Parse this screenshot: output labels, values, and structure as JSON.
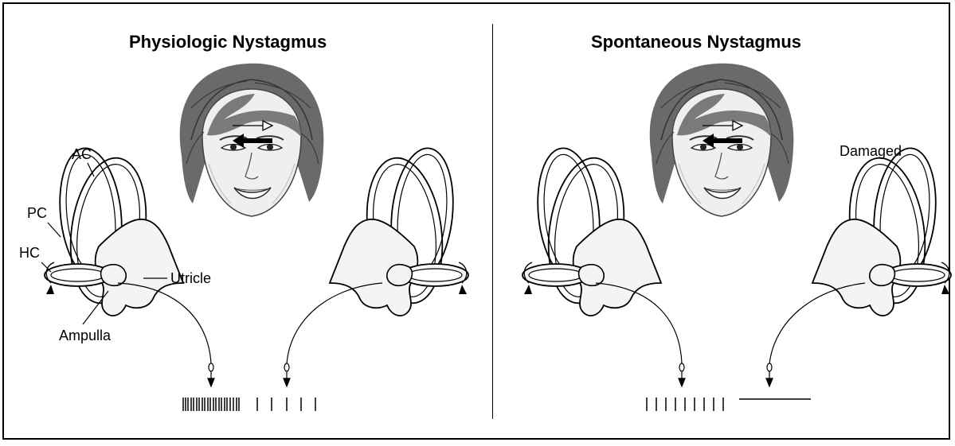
{
  "panels": {
    "left": {
      "title": "Physiologic Nystagmus",
      "labels": {
        "ac": "AC",
        "pc": "PC",
        "hc": "HC",
        "utricle": "Utricle",
        "ampulla": "Ampulla"
      }
    },
    "right": {
      "title": "Spontaneous Nystagmus",
      "labels": {
        "damaged": "Damaged"
      }
    }
  },
  "colors": {
    "line": "#000000",
    "fill_ear": "#f4f4f4",
    "hair": "#5a5a5a",
    "skin": "#eeeeee"
  },
  "icons": [
    "face-illustration",
    "eye-movement-arrows",
    "inner-ear-labyrinth",
    "nerve-fiber",
    "spike-train"
  ]
}
